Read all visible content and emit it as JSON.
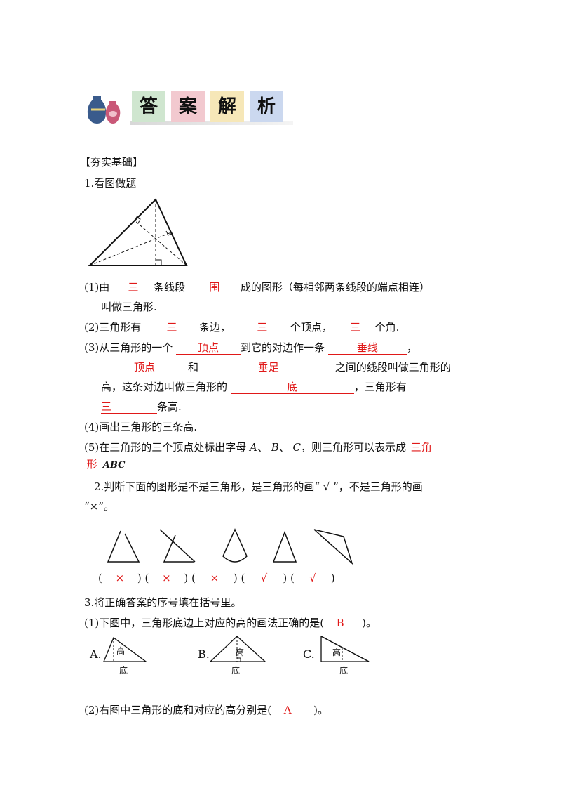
{
  "header": {
    "title_chars": [
      "答",
      "案",
      "解",
      "析"
    ],
    "tile_colors": [
      "#cfe6cf",
      "#f2c9cf",
      "#f6e7b8",
      "#cbd8ef"
    ]
  },
  "section_label": "【夯实基础】",
  "q1": {
    "title": "1.看图做题",
    "p1": {
      "num": "(1)",
      "t1": "由",
      "a1": "三",
      "t2": "条线段",
      "a2": "围",
      "t3": "成的图形（每相邻两条线段的端点相连）",
      "t4": "叫做三角形."
    },
    "p2": {
      "num": "(2)",
      "t1": "三角形有",
      "a1": "三",
      "t2": "条边，",
      "a2": "三",
      "t3": "个顶点，",
      "a3": "三",
      "t4": "个角."
    },
    "p3": {
      "num": "(3)",
      "t1": "从三角形的一个",
      "a1": "顶点",
      "t2": "到它的对边作一条",
      "a2": "垂线",
      "t3": "，",
      "a3": "顶点",
      "t4": "和",
      "a4": "垂足",
      "t5": "之间的线段叫做三角形的",
      "t6": "高，这条对边叫做三角形的",
      "a5": "底",
      "t7": "，三角形有",
      "a6": "三",
      "t8": "条高."
    },
    "p4": {
      "num": "(4)",
      "t1": "画出三角形的三条高."
    },
    "p5": {
      "num": "(5)",
      "t1": "在三角形的三个顶点处标出字母",
      "A": "A",
      "sep1": "、",
      "B": "B",
      "sep2": "、",
      "C": "C",
      "t2": "，则三角形可以表示成",
      "a1a": "三角",
      "a1b": "形",
      "a2": "ABC"
    }
  },
  "q2": {
    "line1": "2.判断下面的图形是不是三角形，是三角形的画“ √ ”，不是三角形的画",
    "line2": "“×”。",
    "answers": [
      "×",
      "×",
      "×",
      "√",
      "√"
    ],
    "paren_open": "(",
    "paren_close": ")"
  },
  "q3": {
    "title": "3.将正确答案的序号填在括号里。",
    "s1_text": "(1)下图中，三角形底边上对应的高的画法正确的是(",
    "s1_ans": "B",
    "s1_end": ")。",
    "options": [
      "A.",
      "B.",
      "C."
    ],
    "gao": "高",
    "di": "底",
    "s2_text": "(2)右图中三角形的底和对应的高分别是(",
    "s2_ans": "A",
    "s2_end": ")。"
  }
}
